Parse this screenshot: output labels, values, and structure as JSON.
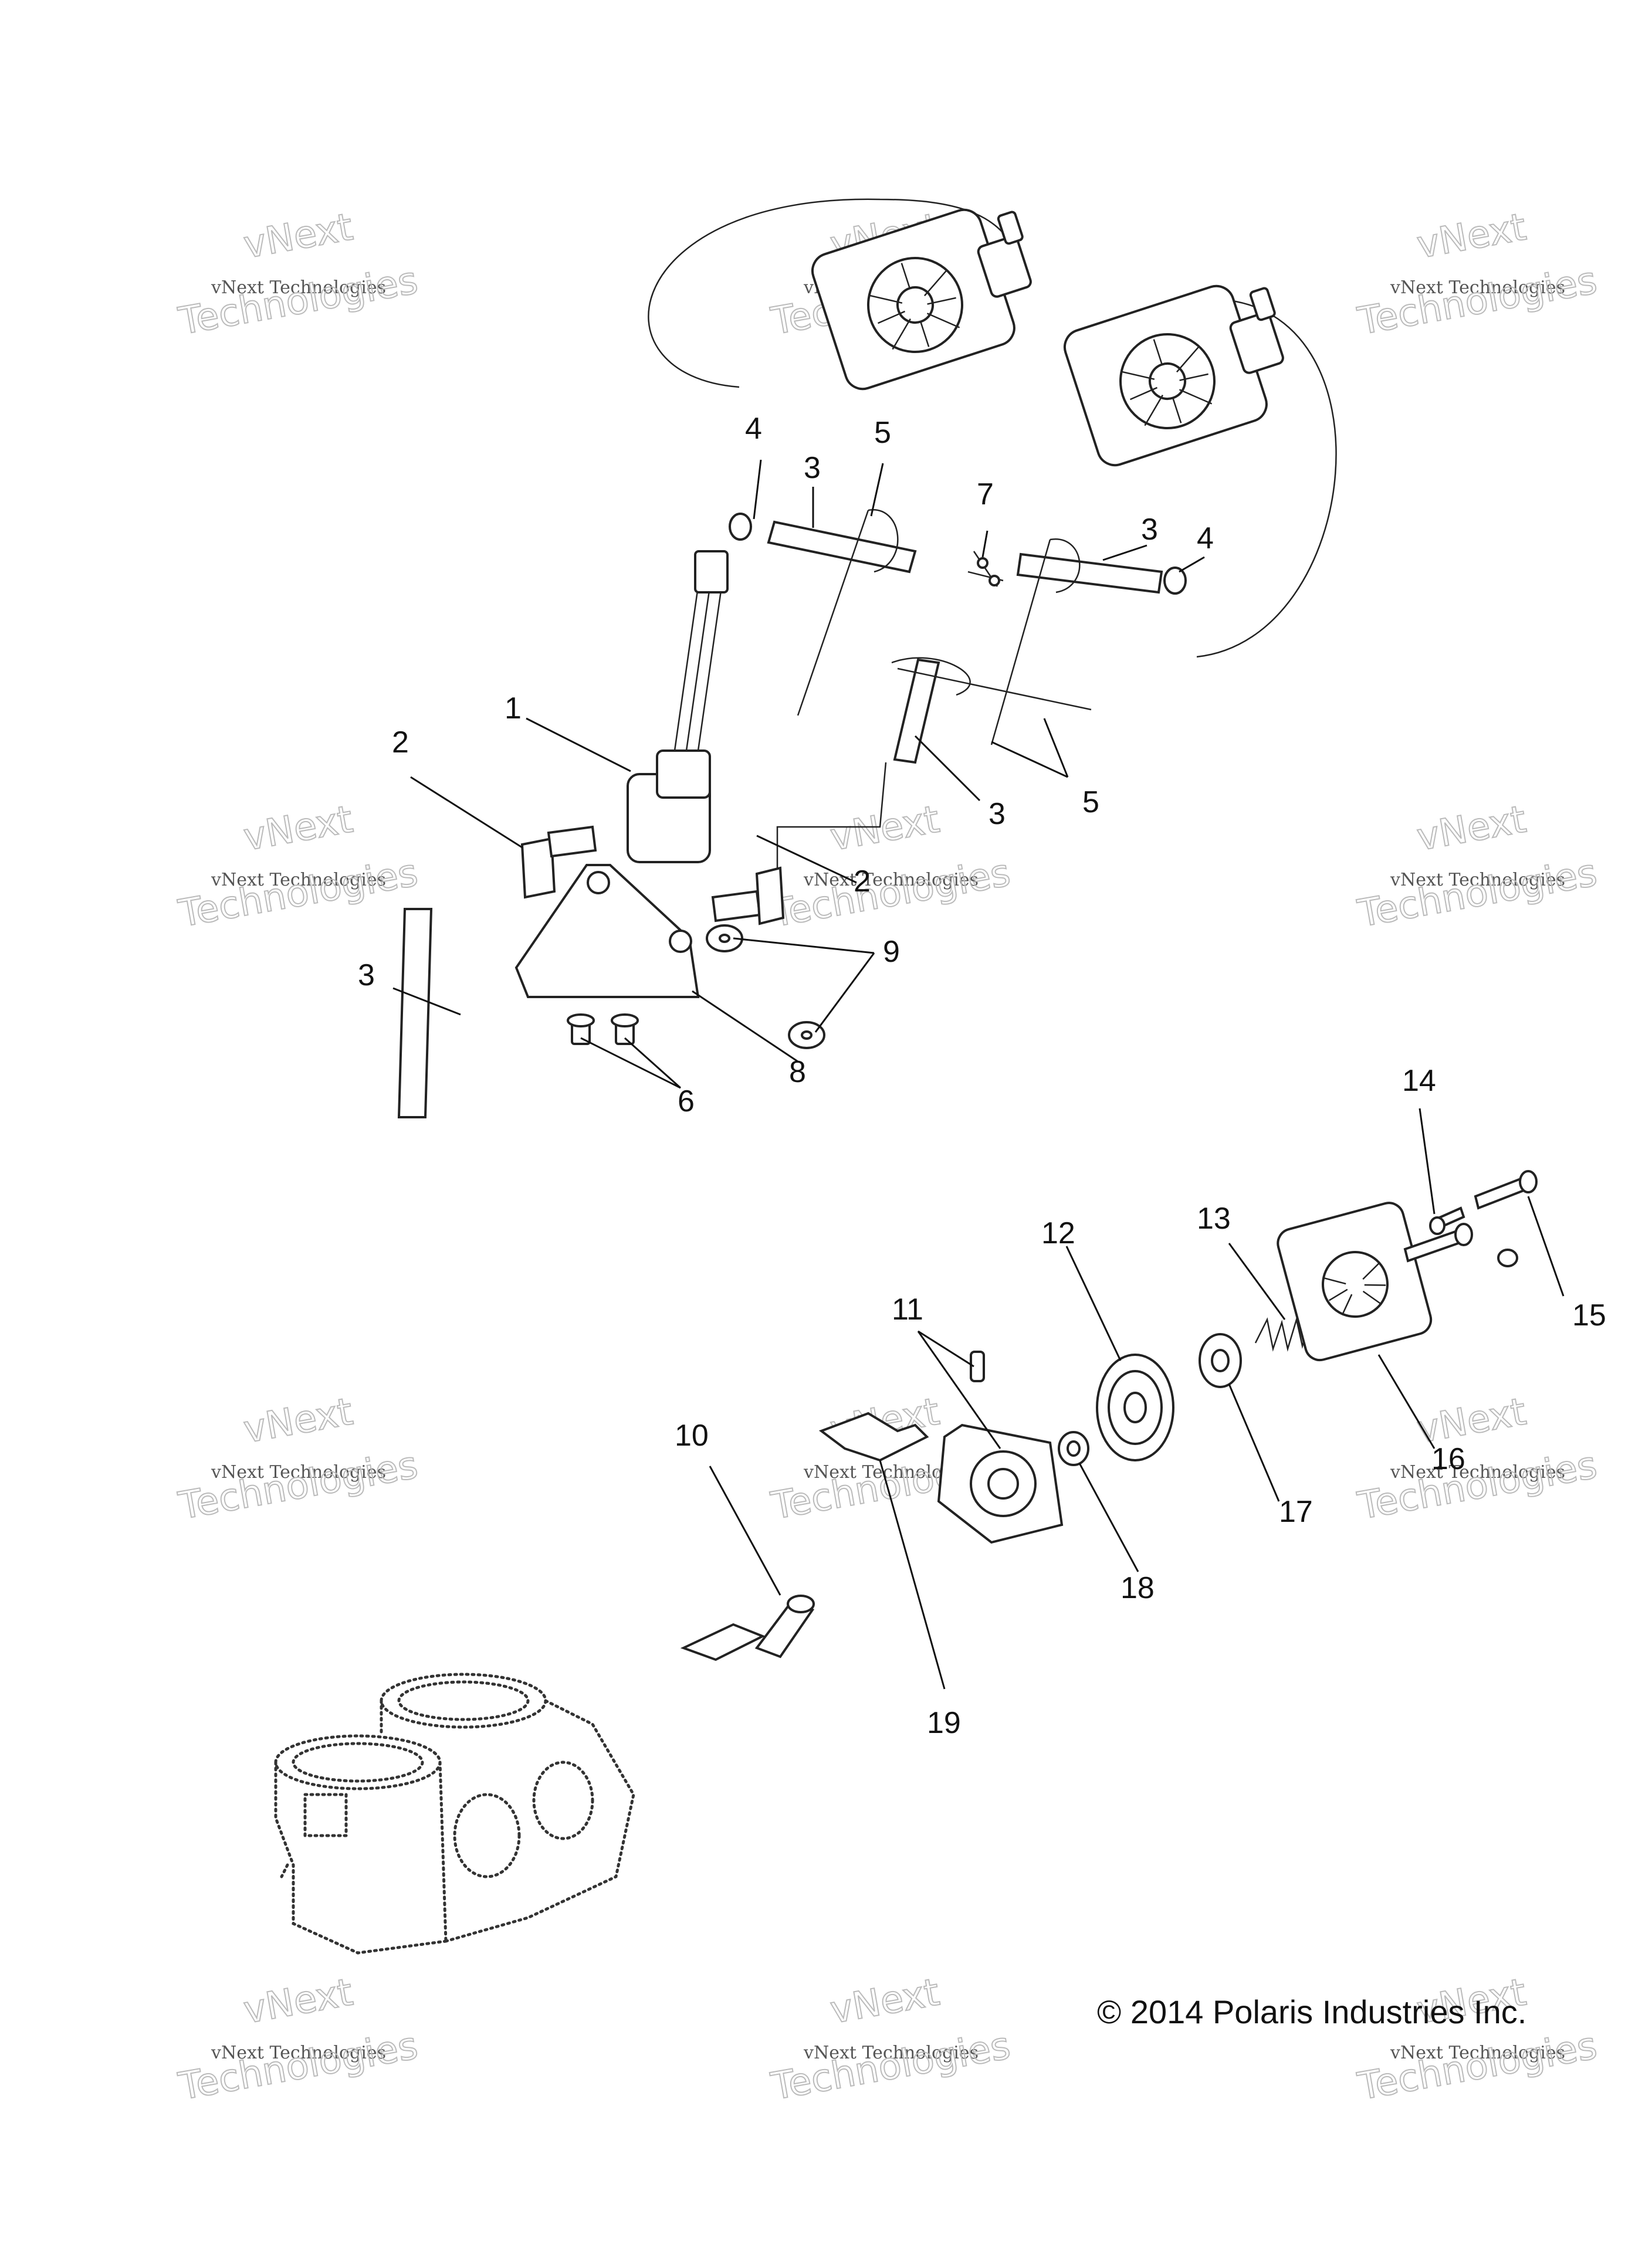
{
  "watermark": {
    "line1": "vNext",
    "line2": "vNext Technologies",
    "line3": "Technologies"
  },
  "callouts": [
    "1",
    "2",
    "3",
    "4",
    "5",
    "6",
    "7",
    "8",
    "9",
    "10",
    "11",
    "12",
    "13",
    "14",
    "15",
    "16",
    "17",
    "18",
    "19"
  ],
  "copyright": "© 2014 Polaris Industries Inc."
}
